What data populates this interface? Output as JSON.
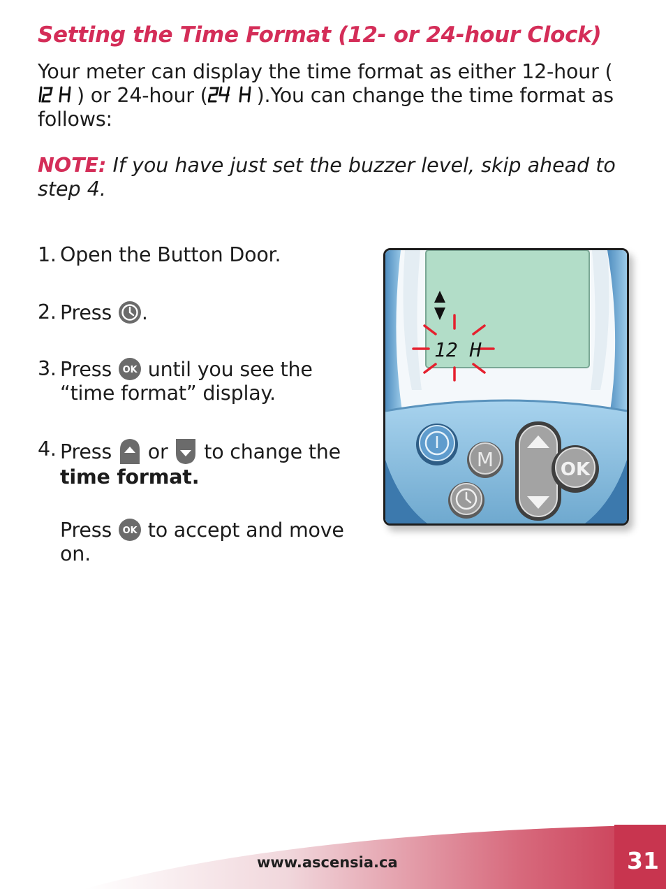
{
  "heading": "Setting the Time Format (12- or 24-hour Clock)",
  "intro": {
    "part1": "Your meter can display the time format as either 12-hour (",
    "part2": ") or 24-hour (",
    "part3": ").You can change the time format as follows:",
    "icon_12h": "12h-display-icon",
    "icon_24h": "24h-display-icon"
  },
  "note": {
    "lead": "NOTE:",
    "text": " If you have just set the buzzer level, skip ahead to step 4."
  },
  "steps": [
    {
      "num": "1.",
      "text": "Open the Button Door."
    },
    {
      "num": "2.",
      "before": "Press ",
      "after": ".",
      "icon": "clock-button-icon"
    },
    {
      "num": "3.",
      "before": "Press ",
      "after": " until you see the “time format” display.",
      "icon": "ok-button-icon",
      "icon_label": "OK"
    },
    {
      "num": "4.",
      "before": "Press ",
      "mid": " or ",
      "after": " to change the ",
      "bold": "time format.",
      "icons": [
        "up-button-icon",
        "down-button-icon"
      ]
    },
    {
      "before": "Press ",
      "after": " to accept and move on.",
      "icon": "ok-button-icon",
      "icon_label": "OK"
    }
  ],
  "device": {
    "display_text": "12 H",
    "buttons": {
      "m": "M",
      "ok": "OK"
    },
    "colors": {
      "screen": "#b2ddc8",
      "body": "#8fc3e3",
      "flash": "#e5202e"
    }
  },
  "footer": {
    "url": "www.ascensia.ca",
    "page": "31",
    "colors": {
      "band": "#c8354f"
    }
  }
}
